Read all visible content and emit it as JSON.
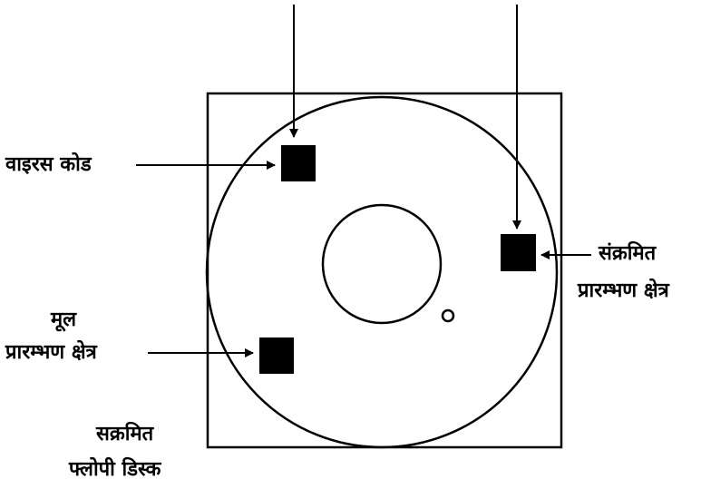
{
  "labels": {
    "virus_code": "वाइरस कोड",
    "infected_boot_line1": "संक्रमित",
    "infected_boot_line2": "प्रारम्भण क्षेत्र",
    "original_boot_line1": "मूल",
    "original_boot_line2": "प्रारम्भण क्षेत्र",
    "infected_floppy_line1": "सक्रमित",
    "infected_floppy_line2": "फ्लोपी डिस्क"
  },
  "colors": {
    "ink": "#000000",
    "paper": "#ffffff"
  }
}
